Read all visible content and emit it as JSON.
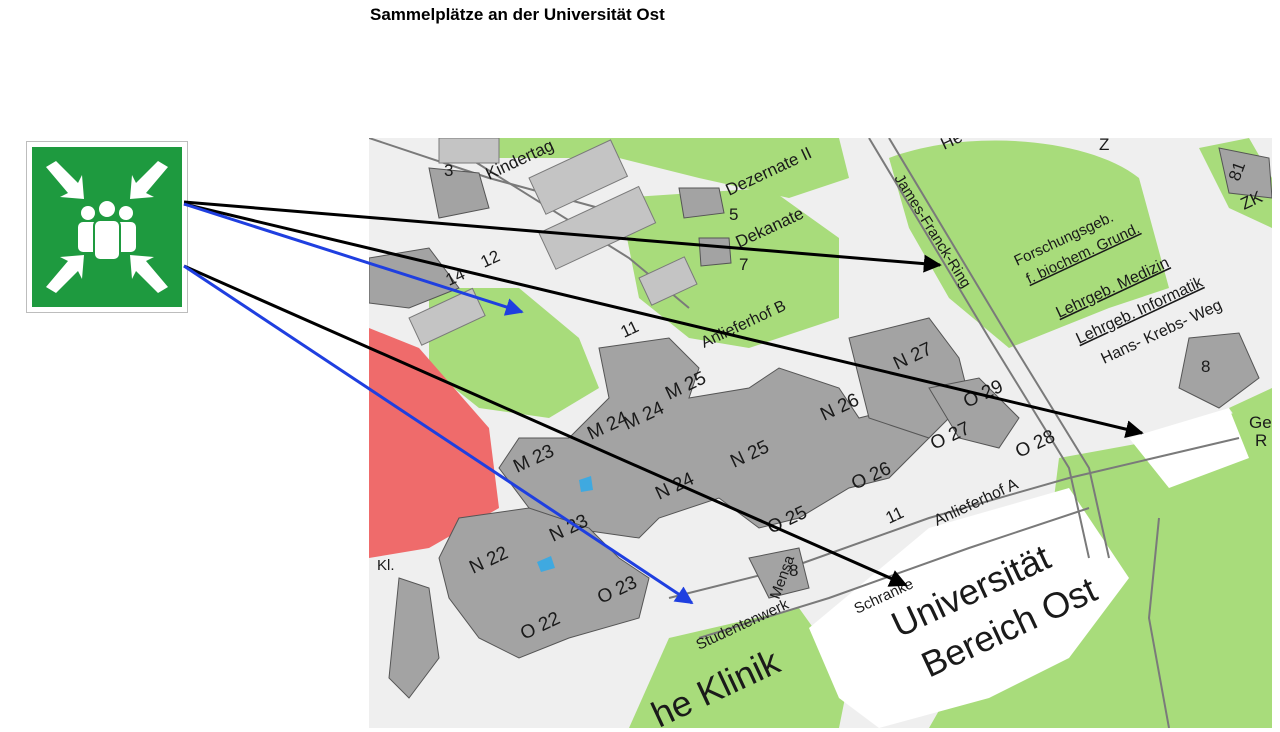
{
  "title": "Sammelplätze an der Universität Ost",
  "sign": {
    "icon": "assembly-point-icon",
    "color": "#1e9a3f"
  },
  "colors": {
    "park": "#a8dc7b",
    "building": "#a3a3a3",
    "clinic": "#ef6b6b",
    "arrow_black": "#000000",
    "arrow_blue": "#1f3fe0"
  },
  "map": {
    "labels": {
      "kita": "Kindertag",
      "b3": "3",
      "dezernate": "Dezernate II",
      "b5": "5",
      "dekanate": "Dekanate",
      "b7": "7",
      "he": "He",
      "b81": "81",
      "zk": "ZK",
      "z": "Z",
      "jfr": "James-Franck-Ring",
      "forsch1": "Forschungsgeb.",
      "forsch2": "f. biochem. Grund.",
      "lehr_med": "Lehrgeb. Medizin",
      "lehr_inf": "Lehrgeb. Informatik",
      "hkw": "Hans- Krebs- Weg",
      "b14": "14",
      "b12": "12",
      "hof_b": "Anlieferhof B",
      "b11a": "11",
      "b8a": "8",
      "m25": "M 25",
      "m24": "M 24",
      "m24b": "M 24",
      "m23": "M 23",
      "n27": "N 27",
      "o29": "O 29",
      "n26": "N 26",
      "n25": "N 25",
      "n24": "N 24",
      "o27": "O 27",
      "o28": "O 28",
      "o26": "O 26",
      "o25": "O 25",
      "n23": "N 23",
      "n22": "N 22",
      "o23": "O 23",
      "o22": "O 22",
      "hof_a": "Anlieferhof A",
      "b11b": "11",
      "schranke": "Schranke",
      "mensa": "Mensa",
      "b8b": "8",
      "studentenwerk": "Studentenwerk",
      "uni1": "Universität",
      "uni2": "Bereich Ost",
      "klinik": "he Klinik",
      "ge": "Ge",
      "r": "R",
      "kl": "Kl."
    }
  }
}
